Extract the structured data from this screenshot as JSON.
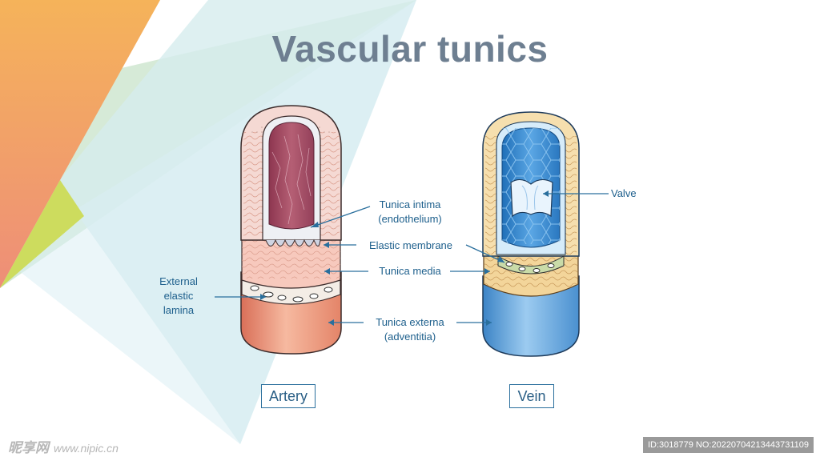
{
  "title": "Vascular tunics",
  "captions": {
    "artery": "Artery",
    "vein": "Vein"
  },
  "labels": {
    "tunica_intima_1": "Tunica intima",
    "tunica_intima_2": "(endothelium)",
    "elastic_membrane": "Elastic membrane",
    "tunica_media": "Tunica media",
    "tunica_externa_1": "Tunica externa",
    "tunica_externa_2": "(adventitia)",
    "external_elastic_1": "External",
    "external_elastic_2": "elastic",
    "external_elastic_3": "lamina",
    "valve": "Valve"
  },
  "watermark": {
    "left_logo": "昵享网",
    "left_url": "www.nipic.cn",
    "right_id": "ID:3018779 NO:20220704213443731109"
  },
  "colors": {
    "title": "#6e7f91",
    "label_text": "#1d5f8c",
    "leader_line": "#2a6f9d",
    "artery_externa": "#e8967a",
    "artery_lumen": "#a84d63",
    "vein_externa": "#4f95d1",
    "vein_lumen": "#2f80c8"
  }
}
